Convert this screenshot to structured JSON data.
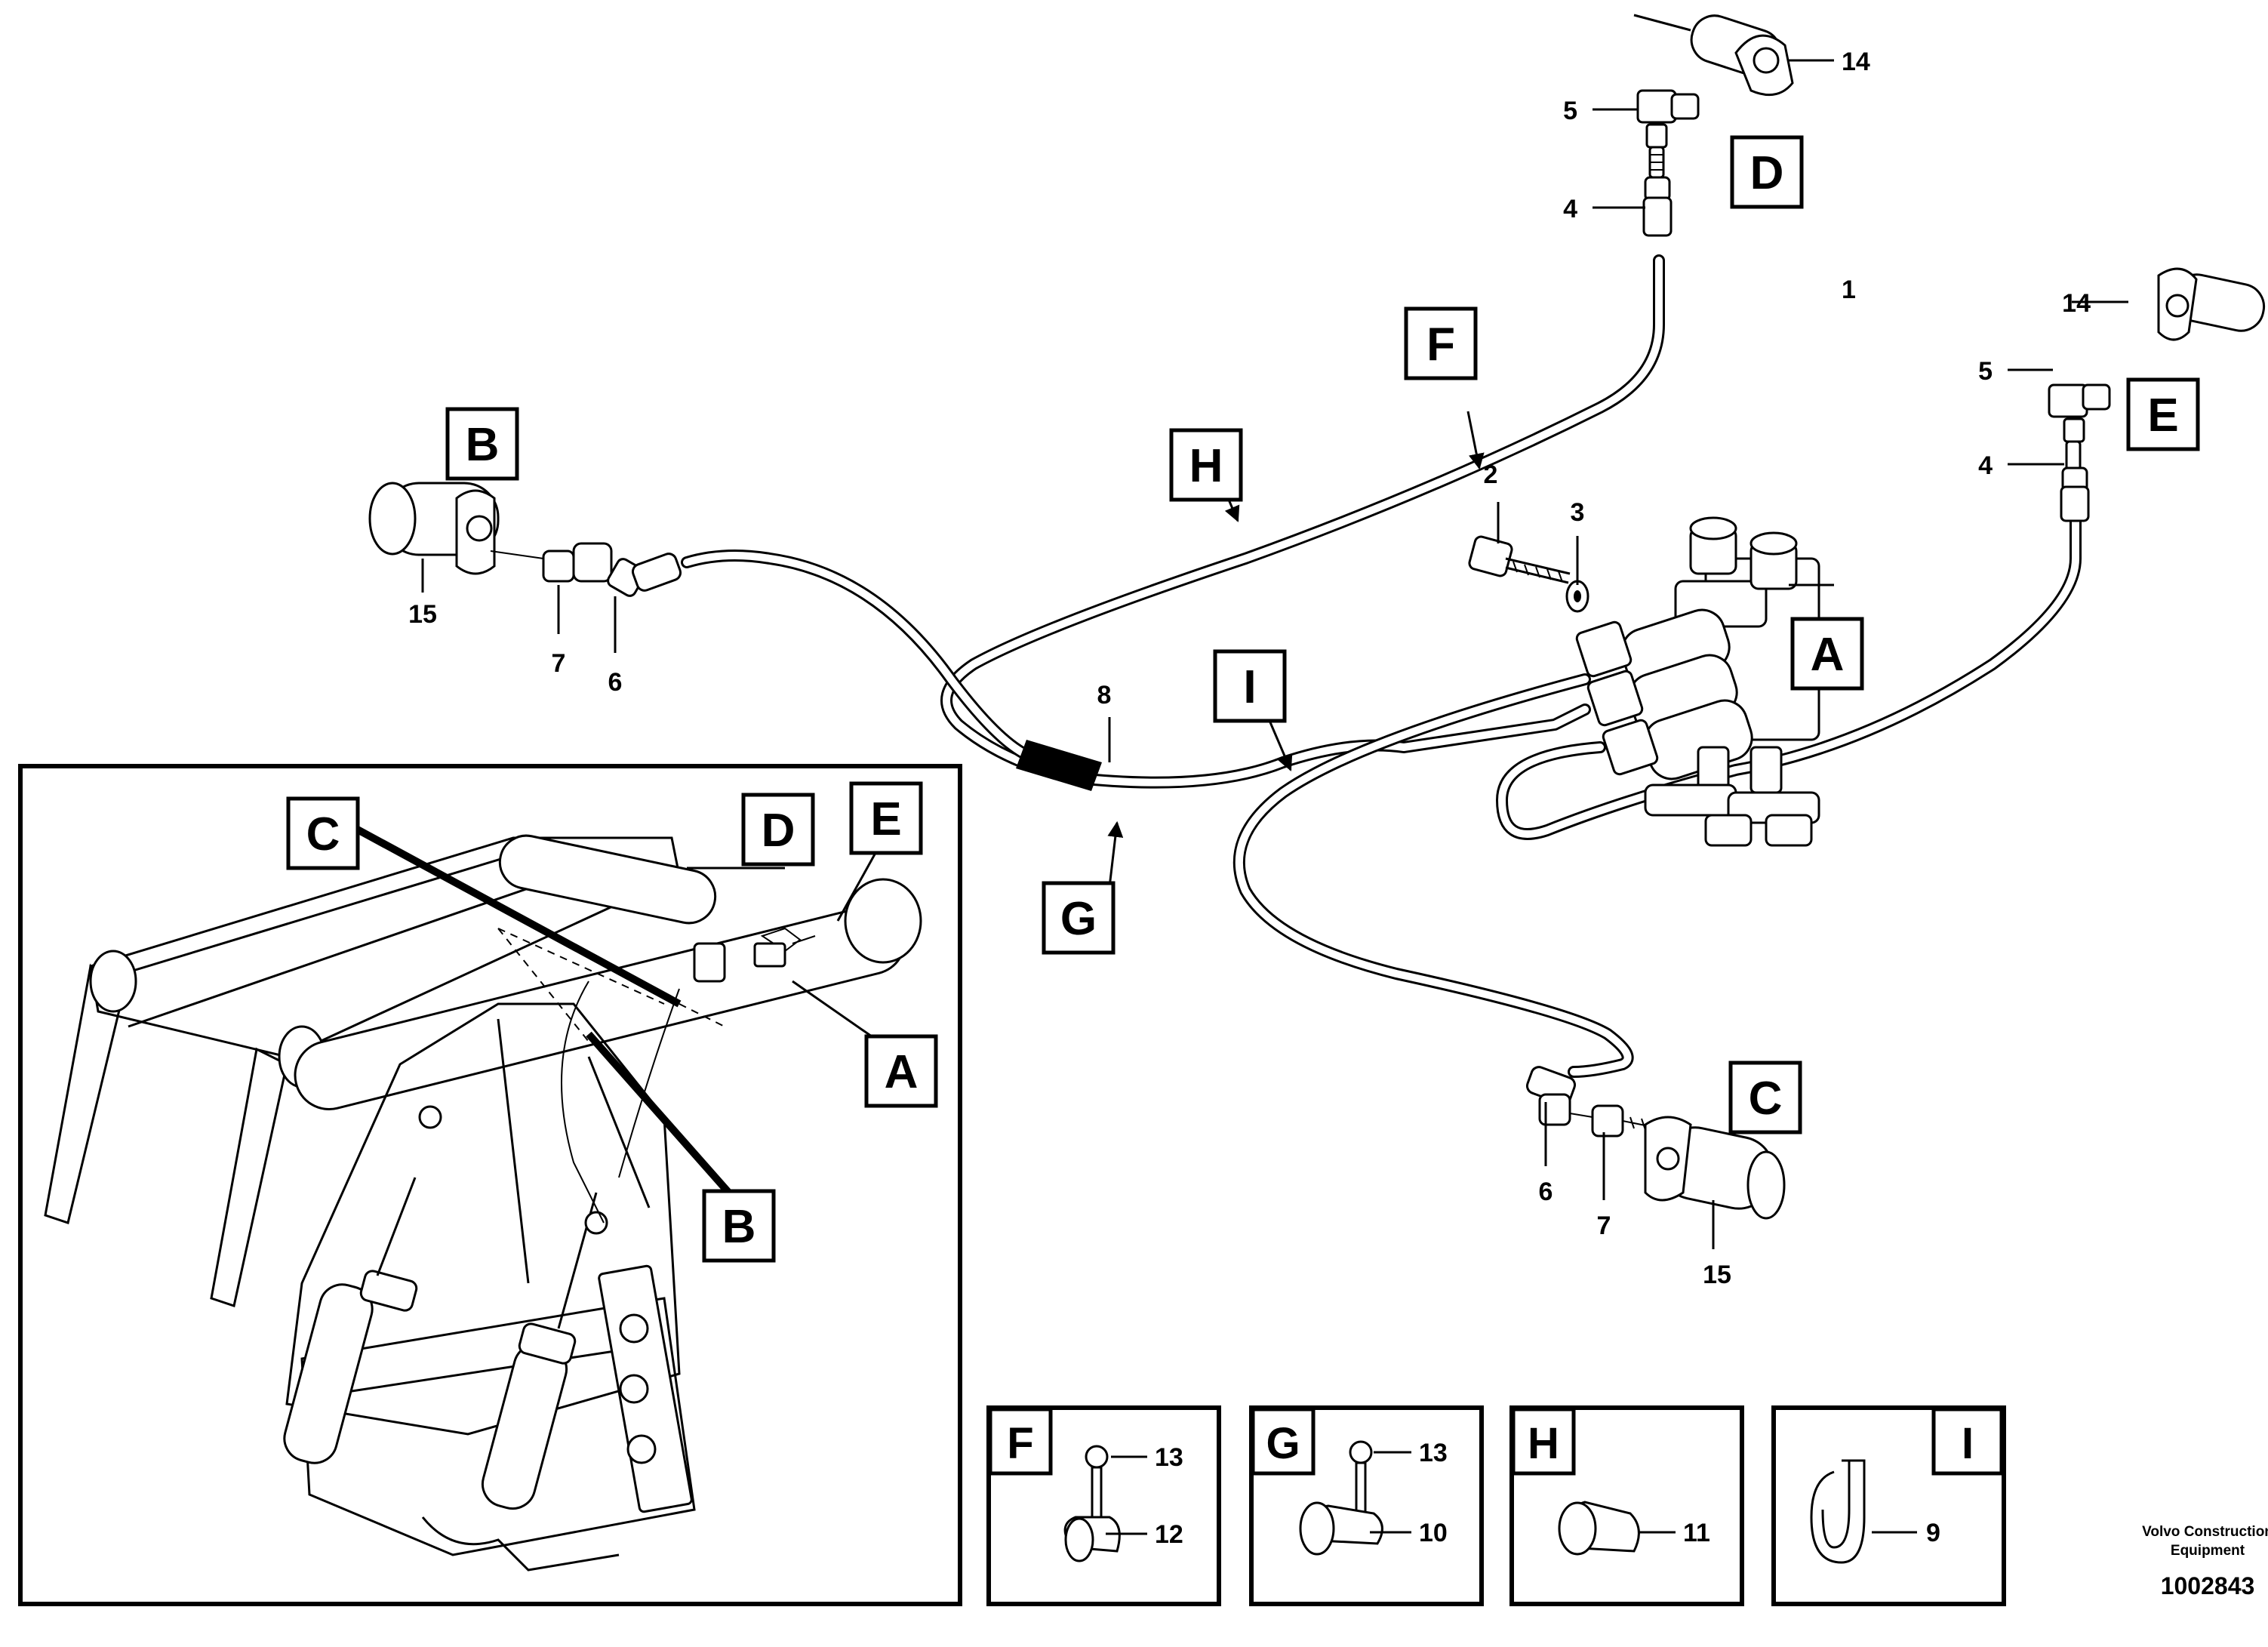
{
  "callouts": {
    "A_main": "A",
    "B_main": "B",
    "C_main": "C",
    "D_main": "D",
    "E_main": "E",
    "F_main": "F",
    "G_main": "G",
    "H_main": "H",
    "I_main": "I",
    "A_inset": "A",
    "B_inset": "B",
    "C_inset": "C",
    "D_inset": "D",
    "E_inset": "E"
  },
  "part_numbers": {
    "p1": "1",
    "p2": "2",
    "p3": "3",
    "p4_top": "4",
    "p4_right": "4",
    "p5_top": "5",
    "p5_right": "5",
    "p6_left": "6",
    "p6_right": "6",
    "p7_left": "7",
    "p7_right": "7",
    "p8": "8",
    "p14_top": "14",
    "p14_right": "14",
    "p15_left": "15",
    "p15_right": "15"
  },
  "details": [
    {
      "letter": "F",
      "part_a": "13",
      "part_b": "12"
    },
    {
      "letter": "G",
      "part_a": "13",
      "part_b": "10"
    },
    {
      "letter": "H",
      "part_b": "11"
    },
    {
      "letter": "I",
      "part_b": "9"
    }
  ],
  "footer": {
    "brand_line1": "Volvo Construction",
    "brand_line2": "Equipment",
    "drawing_number": "1002843"
  }
}
